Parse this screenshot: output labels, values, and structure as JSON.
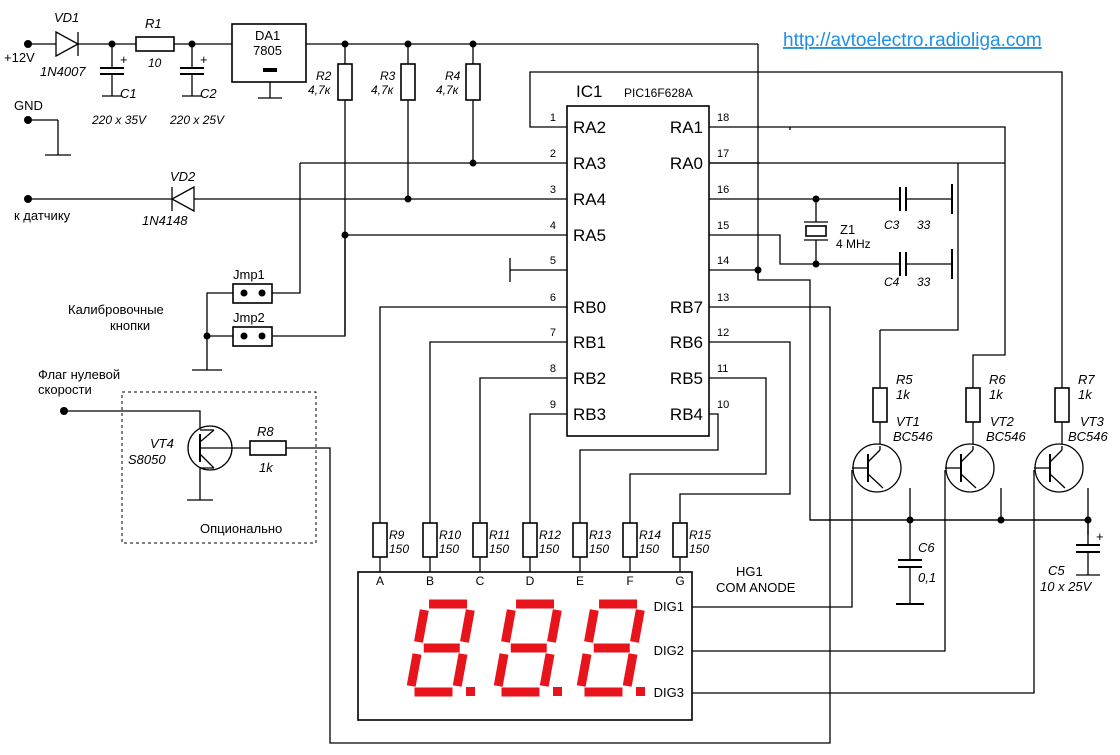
{
  "url": "http://avtoelectro.radioliga.com",
  "power": {
    "in_label": "+12V",
    "gnd_label": "GND",
    "sensor_label": "к датчику"
  },
  "vd1": {
    "ref": "VD1",
    "part": "1N4007"
  },
  "vd2": {
    "ref": "VD2",
    "part": "1N4148"
  },
  "r1": {
    "ref": "R1",
    "value": "10"
  },
  "c1": {
    "ref": "C1",
    "value": "220 x 35V"
  },
  "c2": {
    "ref": "C2",
    "value": "220 x 25V"
  },
  "da1": {
    "ref": "DA1",
    "part": "7805"
  },
  "r2": {
    "ref": "R2",
    "value": "4,7к"
  },
  "r3": {
    "ref": "R3",
    "value": "4,7к"
  },
  "r4": {
    "ref": "R4",
    "value": "4,7к"
  },
  "ic1": {
    "ref": "IC1",
    "part": "PIC16F628A",
    "left_pins": [
      {
        "num": "1",
        "name": "RA2"
      },
      {
        "num": "2",
        "name": "RA3"
      },
      {
        "num": "3",
        "name": "RA4"
      },
      {
        "num": "4",
        "name": "RA5"
      },
      {
        "num": "5",
        "name": ""
      },
      {
        "num": "6",
        "name": "RB0"
      },
      {
        "num": "7",
        "name": "RB1"
      },
      {
        "num": "8",
        "name": "RB2"
      },
      {
        "num": "9",
        "name": "RB3"
      }
    ],
    "right_pins": [
      {
        "num": "18",
        "name": "RA1"
      },
      {
        "num": "17",
        "name": "RA0"
      },
      {
        "num": "16",
        "name": ""
      },
      {
        "num": "15",
        "name": ""
      },
      {
        "num": "14",
        "name": ""
      },
      {
        "num": "13",
        "name": "RB7"
      },
      {
        "num": "12",
        "name": "RB6"
      },
      {
        "num": "11",
        "name": "RB5"
      },
      {
        "num": "10",
        "name": "RB4"
      }
    ]
  },
  "jmp1": {
    "ref": "Jmp1"
  },
  "jmp2": {
    "ref": "Jmp2"
  },
  "calib_label": [
    "Калибровочные",
    "кнопки"
  ],
  "zero_flag_label": [
    "Флаг нулевой",
    "скорости"
  ],
  "optional_label": "Опционально",
  "vt4": {
    "ref": "VT4",
    "part": "S8050"
  },
  "r8": {
    "ref": "R8",
    "value": "1k"
  },
  "z1": {
    "ref": "Z1",
    "value": "4 MHz"
  },
  "c3": {
    "ref": "C3",
    "value": "33"
  },
  "c4": {
    "ref": "C4",
    "value": "33"
  },
  "r5": {
    "ref": "R5",
    "value": "1k"
  },
  "r6": {
    "ref": "R6",
    "value": "1k"
  },
  "r7": {
    "ref": "R7",
    "value": "1k"
  },
  "vt1": {
    "ref": "VT1",
    "part": "BC546"
  },
  "vt2": {
    "ref": "VT2",
    "part": "BC546"
  },
  "vt3": {
    "ref": "VT3",
    "part": "BC546"
  },
  "c6": {
    "ref": "C6",
    "value": "0,1"
  },
  "c5": {
    "ref": "C5",
    "value": "10 x 25V"
  },
  "segment_resistors": [
    {
      "ref": "R9",
      "value": "150"
    },
    {
      "ref": "R10",
      "value": "150"
    },
    {
      "ref": "R11",
      "value": "150"
    },
    {
      "ref": "R12",
      "value": "150"
    },
    {
      "ref": "R13",
      "value": "150"
    },
    {
      "ref": "R14",
      "value": "150"
    },
    {
      "ref": "R15",
      "value": "150"
    }
  ],
  "hg1": {
    "ref": "HG1",
    "type": "COM ANODE",
    "segments": [
      "A",
      "B",
      "C",
      "D",
      "E",
      "F",
      "G"
    ],
    "digits": [
      "DIG1",
      "DIG2",
      "DIG3"
    ]
  },
  "colors": {
    "wire": "#000000",
    "segment": "#e8141b",
    "link": "#1e90e6"
  }
}
